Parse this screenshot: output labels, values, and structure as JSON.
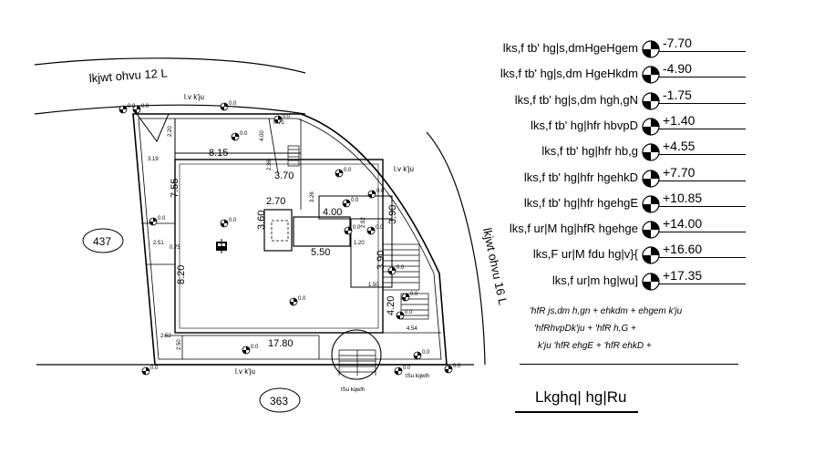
{
  "plan": {
    "road_top": "lkjwt ohvu  12   L",
    "road_right": "lkjwt ohvu  16   L",
    "plot_left": "437",
    "plot_bottom": "363",
    "gate_top": "l.v k'ju",
    "gate_right": "l.v k'ju",
    "gate_bottom": "l.v k'ju",
    "well_label": "tSu kqwlh",
    "dims": {
      "d815": "8.15",
      "d370": "3.70",
      "d270": "2.70",
      "d360": "3.60",
      "d400": "4.00",
      "d550": "5.50",
      "d390": "3.90",
      "d420": "4.20",
      "d1780": "17.80",
      "d755": "7.55",
      "d820": "8.20",
      "d390b": "3.90",
      "d120": "1.20",
      "d150": "1.50",
      "d251": "2.51",
      "d075": "0.75",
      "d252": "2.52",
      "d319": "3.19",
      "d220": "2.20",
      "d400b": "4.00",
      "d236": "2.36",
      "d454": "4.54",
      "d292": "2.92",
      "d071": "0.71",
      "d250": "2.50",
      "d326": "3.26"
    },
    "spot_level": "0.0"
  },
  "legend": {
    "rows": [
      {
        "label": "lks,f tb' hg|s,dmHgeHgem",
        "level": "-7.70"
      },
      {
        "label": "lks,f tb' hg|s,dm HgeHkdm",
        "level": "-4.90"
      },
      {
        "label": "lks,f tb' hg|s,dm hgh,gN",
        "level": "-1.75"
      },
      {
        "label": "lks,f tb' hg|hfr hbvpD",
        "level": "+1.40"
      },
      {
        "label": "lks,f tb' hg|hfr hb,g",
        "level": "+4.55"
      },
      {
        "label": "lks,f tb' hg|hfr hgehkD",
        "level": "+7.70"
      },
      {
        "label": "lks,f tb' hg|hfr hgehgE",
        "level": "+10.85"
      },
      {
        "label": "lks,f ur|M hg|hfR hgehge",
        "level": "+14.00"
      },
      {
        "label": "lks,F ur|M fdu hg|v}{",
        "level": "+16.60"
      },
      {
        "label": "lks,f ur|m hg|wu]",
        "level": "+17.35"
      }
    ],
    "notes": [
      "'hfR js,dm h,gn  +  ehkdm  +  ehgem  k'ju",
      "'hfRhvpDk'ju  +  'hfR h,G  +",
      "k'ju  'hfR ehgE  +  'hfR ehkD  +"
    ],
    "title": "Lkghq| hg|Ru"
  }
}
